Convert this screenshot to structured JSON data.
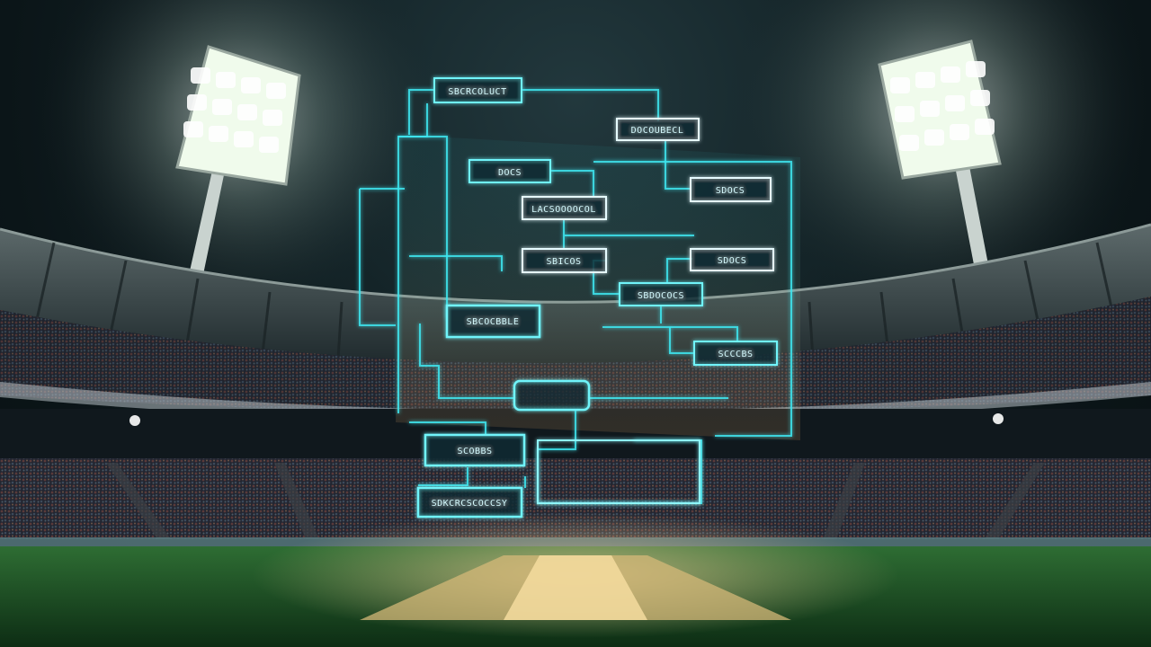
{
  "scene": {
    "subject": "cricket stadium at night with holographic tournament bracket",
    "colors": {
      "sky_top": "#0b1518",
      "sky_mid": "#1d3236",
      "floodlight": "#f3ffe8",
      "holo": "#38e6f2",
      "grass": "#1f5a2a",
      "pitch": "#e9c98a",
      "crowd": "#2a2a35"
    }
  },
  "bracket": {
    "nodes": [
      {
        "id": "n1",
        "label": "SBCRCOLUCT"
      },
      {
        "id": "n2",
        "label": "DOCOUBECL"
      },
      {
        "id": "n3",
        "label": "DOCS"
      },
      {
        "id": "n4",
        "label": "SDOCS"
      },
      {
        "id": "n5",
        "label": "LACSOOOOCOL"
      },
      {
        "id": "n6",
        "label": "SBICOS"
      },
      {
        "id": "n7",
        "label": "SDOCS"
      },
      {
        "id": "n8",
        "label": "SBDOCOCS"
      },
      {
        "id": "n9",
        "label": "SBCOCBBLE"
      },
      {
        "id": "n10",
        "label": "SCCCBS"
      },
      {
        "id": "n11",
        "label": "SCOBBS"
      },
      {
        "id": "n12",
        "label": "SDKCRCSCOCCSY"
      }
    ]
  }
}
